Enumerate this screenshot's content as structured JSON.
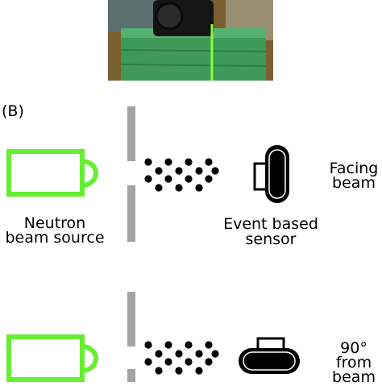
{
  "panel_label": "(B)",
  "labels": {
    "source": [
      "Neutron",
      "beam source"
    ],
    "sensor": [
      "Event based",
      "sensor"
    ],
    "facing": [
      "Facing",
      "beam"
    ],
    "rotated": [
      "90°",
      "from",
      "beam"
    ]
  },
  "colors": {
    "source_outline": "#66ee33",
    "barrier": "#a3a3a3",
    "particles": "#000000",
    "sensor": "#000000",
    "photo_background": "#7a6030",
    "photo_block": "#3f9a5a",
    "laser_line": "#88ff33"
  },
  "photo": {
    "description_icon": "camera-on-block-photo"
  }
}
